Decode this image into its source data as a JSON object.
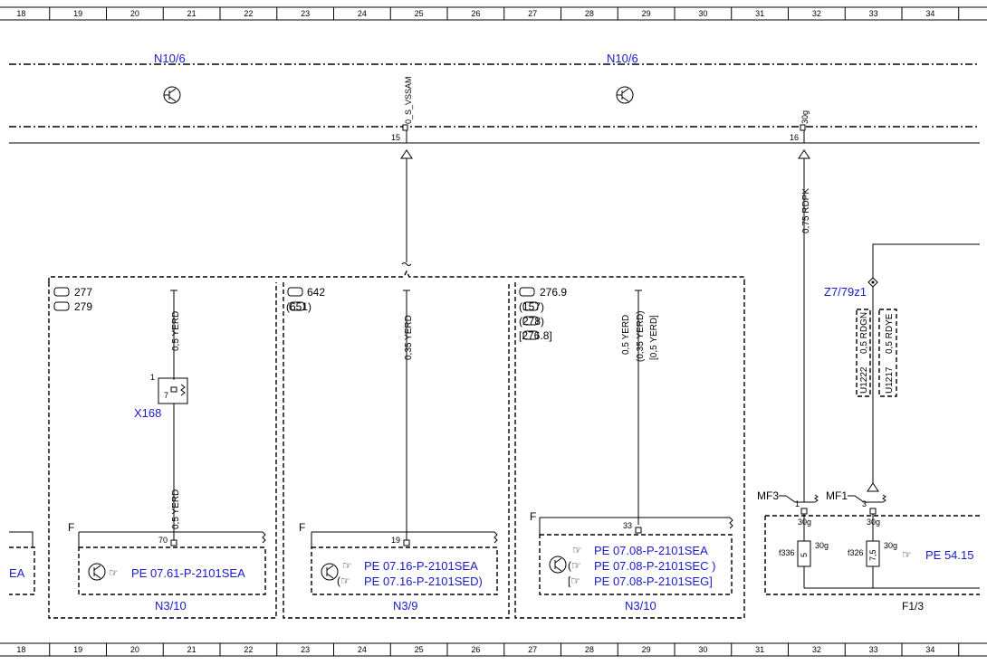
{
  "ruler": {
    "columns": [
      "18",
      "19",
      "20",
      "21",
      "22",
      "23",
      "24",
      "25",
      "26",
      "27",
      "28",
      "29",
      "30",
      "31",
      "32",
      "33",
      "34"
    ]
  },
  "top_bus": {
    "label_left": "N10/6",
    "label_right": "N10/6",
    "signal_label": "0_S_VSSAM",
    "pin_15": "15",
    "pin_16": "16",
    "term_30g": "30g",
    "wire_rdpk": "0,75 RDPK"
  },
  "panel_a": {
    "engines": [
      "277",
      "279"
    ],
    "wire_top": "0,5 YERD",
    "connector_pin_outer": "1",
    "connector_pin_inner": "7",
    "connector_name": "X168",
    "wire_bottom": "0,5 YERD",
    "f_label": "F",
    "pin": "70",
    "link_icon": "☞",
    "link": "PE 07.61-P-2101SEA",
    "footer": "N3/10"
  },
  "panel_b": {
    "engines": [
      "642",
      "(651)"
    ],
    "wire": "0,35 YERD",
    "f_label": "F",
    "pin": "19",
    "links": [
      "PE 07.16-P-2101SEA",
      "PE 07.16-P-2101SED)"
    ],
    "footer": "N3/9"
  },
  "panel_c": {
    "engines": [
      "276.9",
      "(157)",
      "(278)",
      "[276.8]"
    ],
    "wires": [
      "0,5 YERD",
      "(0,35 YERD)",
      "[0,5 YERD]"
    ],
    "f_label": "F",
    "pin": "33",
    "links": [
      "PE 07.08-P-2101SEA",
      "PE 07.08-P-2101SEC )",
      "PE 07.08-P-2101SEG]"
    ],
    "footer": "N3/10"
  },
  "left_partial": {
    "text": "EA"
  },
  "fuse_block": {
    "z_label": "Z7/79z1",
    "wire_rdgn": "0,5 RDGN",
    "wire_rdye": "0,5 RDYE",
    "u1222": "U1222",
    "u1217": "U1217",
    "mf3": "MF3",
    "mf1": "MF1",
    "pin_1": "1",
    "pin_3": "3",
    "term_a": "30g",
    "term_b": "30g",
    "term_c": "30g",
    "term_d": "30g",
    "fuse_1_name": "f336",
    "fuse_1_val": "5",
    "fuse_2_name": "f326",
    "fuse_2_val": "7,5",
    "link": "PE 54.15",
    "footer": "F1/3"
  }
}
